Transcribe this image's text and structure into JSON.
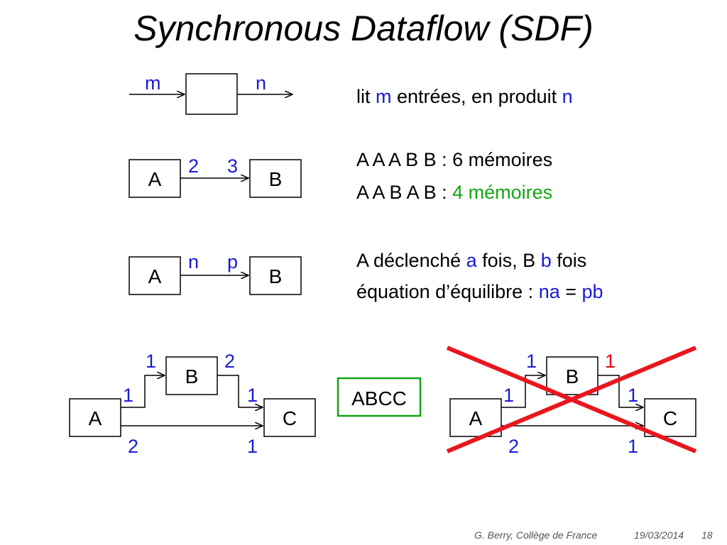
{
  "title": "Synchronous Dataflow (SDF)",
  "diagram1": {
    "in_label": "m",
    "out_label": "n"
  },
  "desc1": {
    "a": "lit ",
    "b": "m",
    "c": " entrées, en produit ",
    "d": "n"
  },
  "diagram2": {
    "node_a": "A",
    "node_b": "B",
    "out_rate": "2",
    "in_rate": "3"
  },
  "desc2": {
    "line1": "A A A B B : 6 mémoires",
    "line2_a": "A A B A B : ",
    "line2_b": "4 mémoires"
  },
  "diagram3": {
    "node_a": "A",
    "node_b": "B",
    "out_rate": "n",
    "in_rate": "p"
  },
  "desc3": {
    "l1a": "A déclenché ",
    "l1b": "a",
    "l1c": " fois, B ",
    "l1d": "b",
    "l1e": " fois",
    "l2a": "équation d’équilibre : ",
    "l2b": "na",
    "l2c": " = ",
    "l2d": "pb"
  },
  "graph_left": {
    "node_a": "A",
    "node_b": "B",
    "node_c": "C",
    "a_to_b_out": "1",
    "b_in": "1",
    "b_out": "2",
    "c_in_from_b": "1",
    "a_to_c_out": "2",
    "c_in_from_a": "1"
  },
  "schedule": "ABCC",
  "graph_right": {
    "node_a": "A",
    "node_b": "B",
    "node_c": "C",
    "a_to_b_out": "1",
    "b_in": "1",
    "b_out": "1",
    "c_in_from_b": "1",
    "a_to_c_out": "2",
    "c_in_from_a": "1"
  },
  "footer": {
    "author": "G. Berry, Collège de France",
    "date": "19/03/2014",
    "page": "18"
  },
  "colors": {
    "rate_blue": "#1a1ad9",
    "ok_green": "#13a513",
    "cross_red": "#e8171d",
    "bad_red": "#e00000"
  }
}
